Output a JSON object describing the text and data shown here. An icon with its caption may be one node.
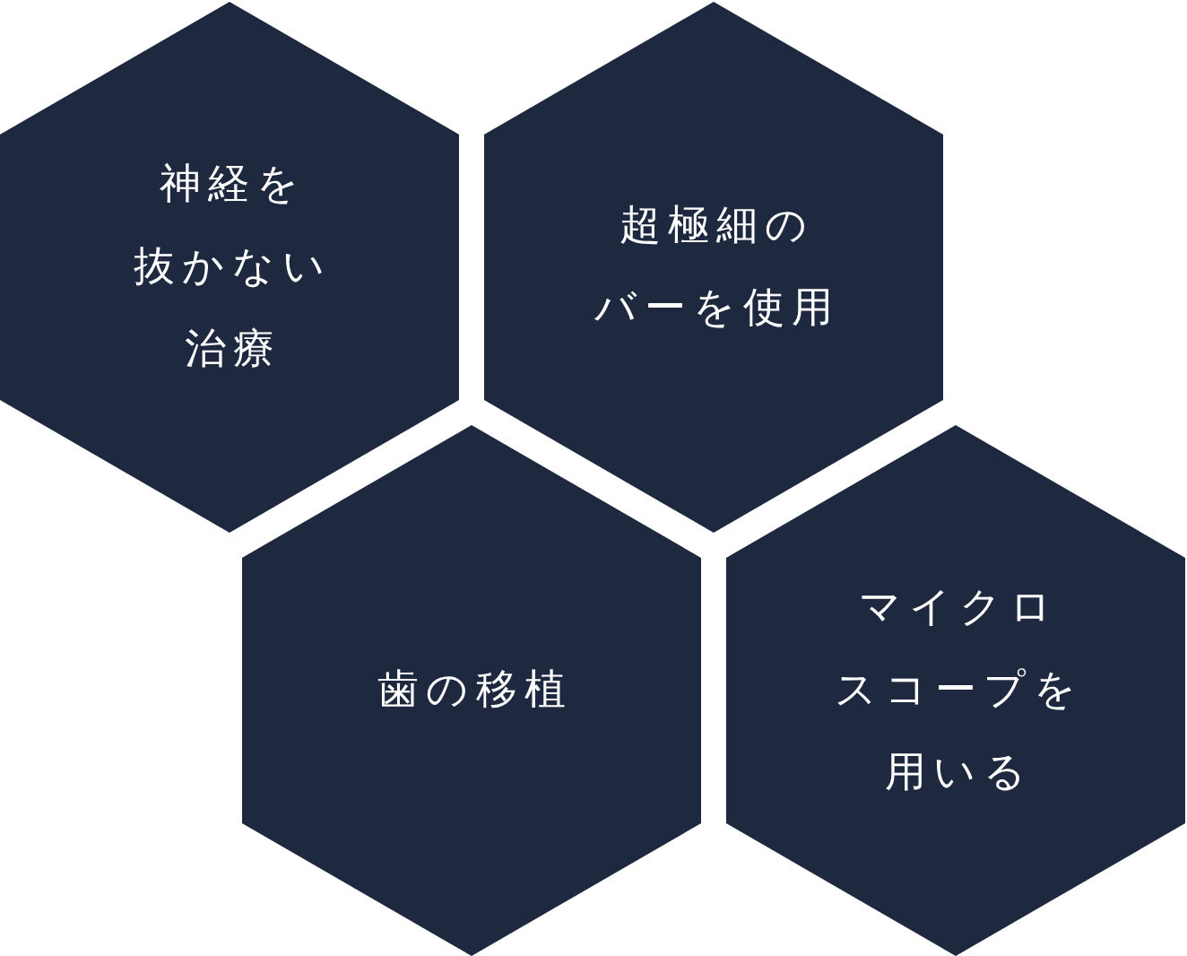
{
  "diagram": {
    "nodes": [
      {
        "text": [
          "神経を抜かない治療"
        ]
      },
      {
        "text": [
          "超極細のバーを使用"
        ]
      },
      {
        "text": [
          "歯の移植"
        ]
      },
      {
        "text": [
          "マイクロスコープを用いる"
        ]
      }
    ]
  }
}
